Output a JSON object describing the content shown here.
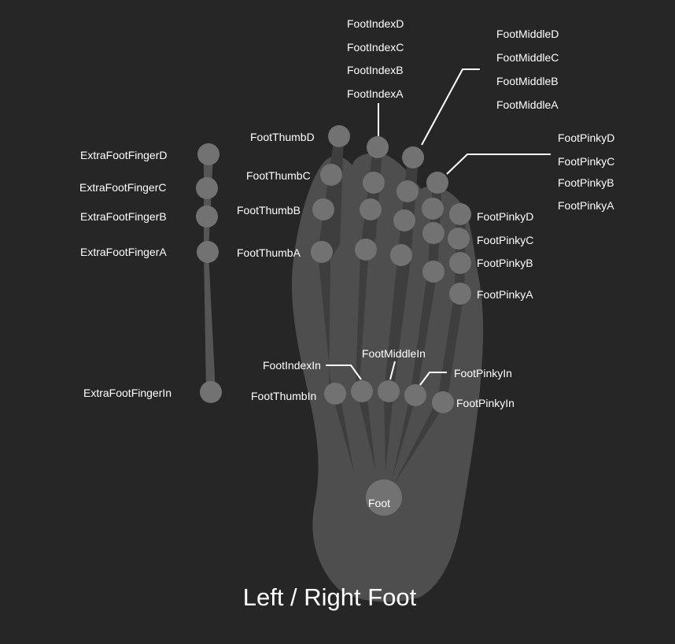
{
  "title": "Left / Right Foot",
  "colors": {
    "background": "#262626",
    "foot": "#4e4e4e",
    "joint": "#727272",
    "bone": "#3e3e3e",
    "leader": "#ffffff",
    "text": "#ffffff"
  },
  "labels": {
    "foot": "Foot",
    "foot_thumb_in": "FootThumbIn",
    "foot_thumb_a": "FootThumbA",
    "foot_thumb_b": "FootThumbB",
    "foot_thumb_c": "FootThumbC",
    "foot_thumb_d": "FootThumbD",
    "foot_index_in": "FootIndexIn",
    "foot_index_a": "FootIndexA",
    "foot_index_b": "FootIndexB",
    "foot_index_c": "FootIndexC",
    "foot_index_d": "FootIndexD",
    "foot_middle_in": "FootMiddleIn",
    "foot_middle_a": "FootMiddleA",
    "foot_middle_b": "FootMiddleB",
    "foot_middle_c": "FootMiddleC",
    "foot_middle_d": "FootMiddleD",
    "foot_pinky_in_top": "FootPinkyIn",
    "foot_pinky_a_top": "FootPinkyA",
    "foot_pinky_b_top": "FootPinkyB",
    "foot_pinky_c_top": "FootPinkyC",
    "foot_pinky_d_top": "FootPinkyD",
    "foot_pinky_in": "FootPinkyIn",
    "foot_pinky_a": "FootPinkyA",
    "foot_pinky_b": "FootPinkyB",
    "foot_pinky_c": "FootPinkyC",
    "foot_pinky_d": "FootPinkyD",
    "extra_in": "ExtraFootFingerIn",
    "extra_a": "ExtraFootFingerA",
    "extra_b": "ExtraFootFingerB",
    "extra_c": "ExtraFootFingerC",
    "extra_d": "ExtraFootFingerD"
  }
}
